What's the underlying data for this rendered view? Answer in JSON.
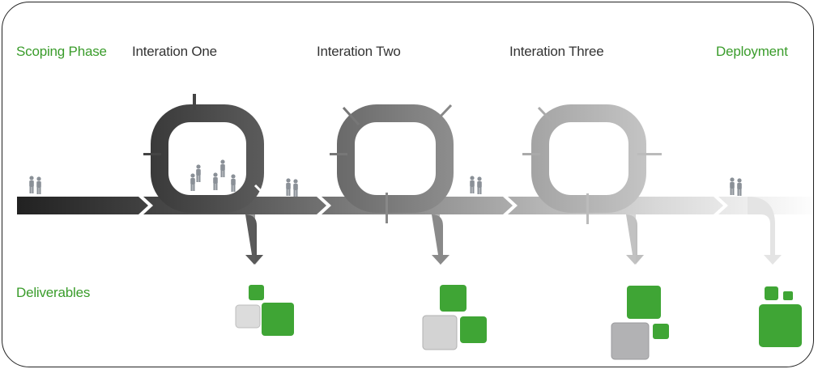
{
  "labels": {
    "scoping": "Scoping Phase",
    "iteration_one": "Interation One",
    "iteration_two": "Interation Two",
    "iteration_three": "Interation Three",
    "deployment": "Deployment",
    "deliverables": "Deliverables"
  },
  "colors": {
    "accent_green": "#3fa535",
    "label_green": "#3a9c2b",
    "text_dark": "#333333",
    "people": "#8a9097",
    "box_light_gray": "#d9d9d9",
    "box_gray": "#b2b2b4"
  },
  "icons": {
    "people": "person-group-icon",
    "loop": "iteration-loop-icon",
    "arrow": "timeline-arrow-icon",
    "deliverable": "deliverable-square-icon"
  }
}
